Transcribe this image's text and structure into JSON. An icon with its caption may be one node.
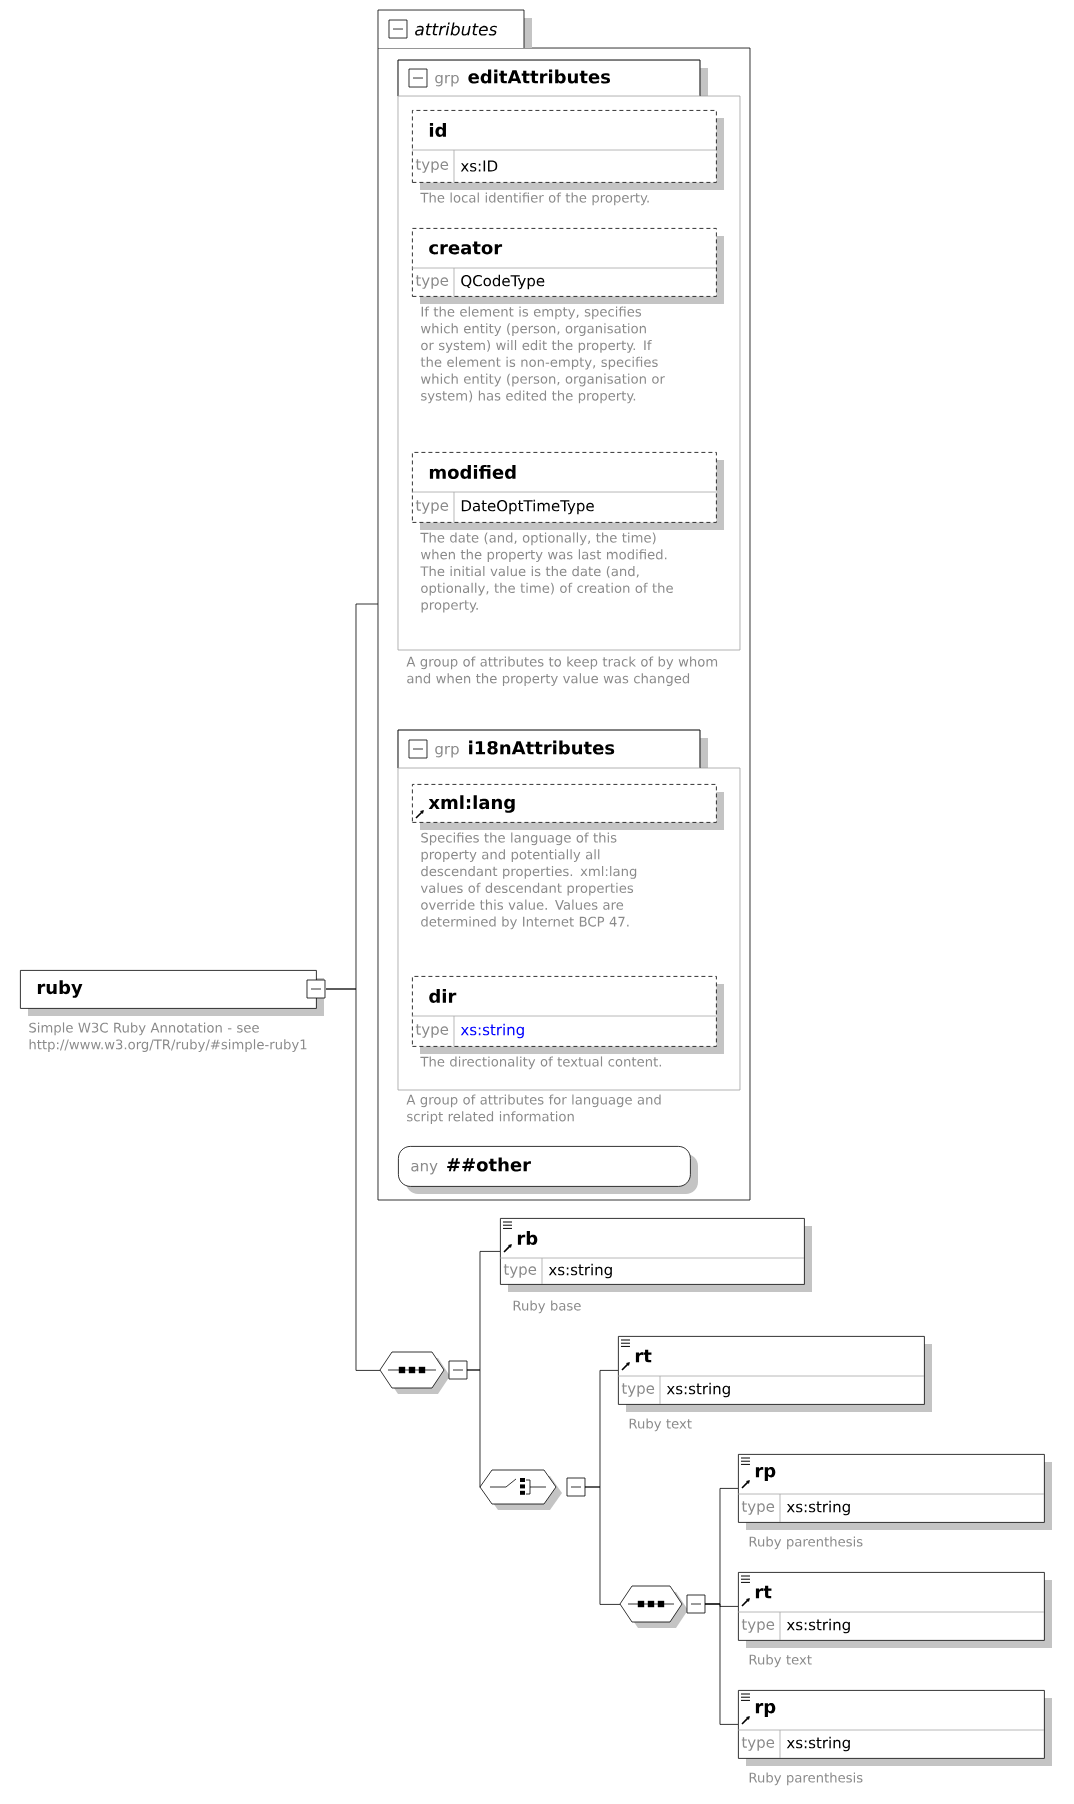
{
  "diagram": {
    "nodes": [
      {
        "text": [
          "ruby"
        ],
        "beside": [
          "Simple W3C Ruby Annotation - see http://www.w3.org/TR/ruby/#simple-ruby1"
        ]
      },
      {
        "text": [
          "attributes"
        ]
      },
      {
        "text": [
          "grp",
          "editAttributes"
        ],
        "in": 1,
        "beside": [
          "A group of attributes to keep track of by whom and when the property value was changed"
        ]
      },
      {
        "text": [
          "id",
          "type",
          "xs:ID"
        ],
        "in": 2,
        "beside": [
          "The local identifier of the property."
        ]
      },
      {
        "text": [
          "creator",
          "type",
          "QCodeType"
        ],
        "in": 2,
        "beside": [
          "If the element is empty, specifies which entity (person, organisation or system) will edit the property. If the element is non-empty, specifies which entity (person, organisation or system) has edited the property."
        ]
      },
      {
        "text": [
          "modified",
          "type",
          "DateOptTimeType"
        ],
        "in": 2,
        "beside": [
          "The date (and, optionally, the time) when the property was last modified. The initial value is the date (and, optionally, the time) of creation of the property."
        ]
      },
      {
        "text": [
          "grp",
          "i18nAttributes"
        ],
        "in": 1,
        "beside": [
          "A group of attributes for language and script related information"
        ]
      },
      {
        "text": [
          "xml:lang"
        ],
        "in": 6,
        "beside": [
          "Specifies the language of this property and potentially all descendant properties. xml:lang values of descendant properties override this value. Values are determined by Internet BCP 47."
        ]
      },
      {
        "text": [
          "dir",
          "type",
          "xs:string"
        ],
        "in": 6,
        "beside": [
          "The directionality of textual content."
        ]
      },
      {
        "text": [
          "any",
          "##other"
        ],
        "in": 1
      },
      {
        "text": [],
        "shape": "hexagon"
      },
      {
        "text": [
          "rb",
          "type",
          "xs:string"
        ],
        "beside": [
          "Ruby base"
        ]
      },
      {
        "text": [],
        "shape": "hexagon"
      },
      {
        "text": [
          "rt",
          "type",
          "xs:string"
        ],
        "beside": [
          "Ruby text"
        ]
      },
      {
        "text": [],
        "shape": "hexagon"
      },
      {
        "text": [
          "rp",
          "type",
          "xs:string"
        ],
        "beside": [
          "Ruby parenthesis"
        ]
      },
      {
        "text": [
          "rt",
          "type",
          "xs:string"
        ],
        "beside": [
          "Ruby text"
        ]
      },
      {
        "text": [
          "rp",
          "type",
          "xs:string"
        ],
        "beside": [
          "Ruby parenthesis"
        ]
      }
    ],
    "edges": [
      {
        "from": 0,
        "to": 1,
        "arrow": "none"
      },
      {
        "from": 0,
        "to": 10,
        "arrow": "none"
      },
      {
        "from": 10,
        "to": 11,
        "arrow": "none"
      },
      {
        "from": 10,
        "to": 12,
        "arrow": "none"
      },
      {
        "from": 12,
        "to": 13,
        "arrow": "none"
      },
      {
        "from": 12,
        "to": 14,
        "arrow": "none"
      },
      {
        "from": 14,
        "to": 15,
        "arrow": "none"
      },
      {
        "from": 14,
        "to": 16,
        "arrow": "none"
      },
      {
        "from": 14,
        "to": 17,
        "arrow": "none"
      }
    ]
  }
}
